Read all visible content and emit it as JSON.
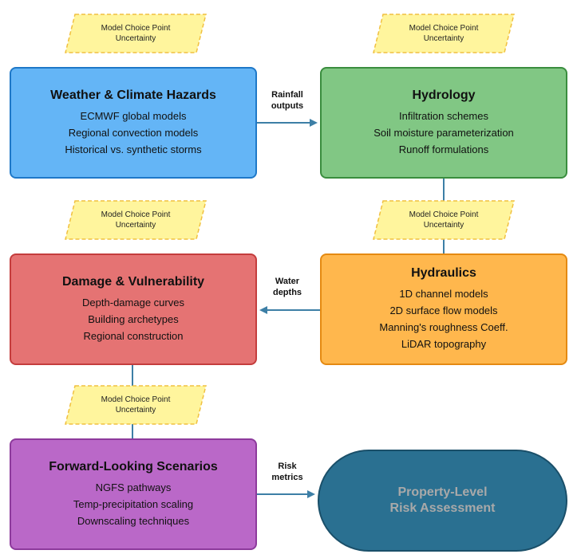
{
  "uncertainty": {
    "line1": "Model Choice Point",
    "line2": "Uncertainty"
  },
  "colors": {
    "connector": "#3d7fa6",
    "uncertainty_fill": "#fff59d",
    "uncertainty_border": "#f0c040"
  },
  "weather": {
    "title": "Weather & Climate Hazards",
    "items": [
      "ECMWF global models",
      "Regional convection models",
      "Historical vs. synthetic storms"
    ]
  },
  "hydrology": {
    "title": "Hydrology",
    "items": [
      "Infiltration schemes",
      "Soil moisture parameterization",
      "Runoff formulations"
    ]
  },
  "damage": {
    "title": "Damage & Vulnerability",
    "items": [
      "Depth-damage curves",
      "Building archetypes",
      "Regional construction"
    ]
  },
  "hydraulics": {
    "title": "Hydraulics",
    "items": [
      "1D channel models",
      "2D surface flow models",
      "Manning's roughness Coeff.",
      "LiDAR topography"
    ]
  },
  "scenarios": {
    "title": "Forward-Looking Scenarios",
    "items": [
      "NGFS pathways",
      "Temp-precipitation scaling",
      "Downscaling techniques"
    ]
  },
  "terminal": {
    "line1": "Property-Level",
    "line2": "Risk Assessment"
  },
  "edges": {
    "rainfall": {
      "line1": "Rainfall",
      "line2": "outputs"
    },
    "water": {
      "line1": "Water",
      "line2": "depths"
    },
    "risk": {
      "line1": "Risk",
      "line2": "metrics"
    }
  }
}
